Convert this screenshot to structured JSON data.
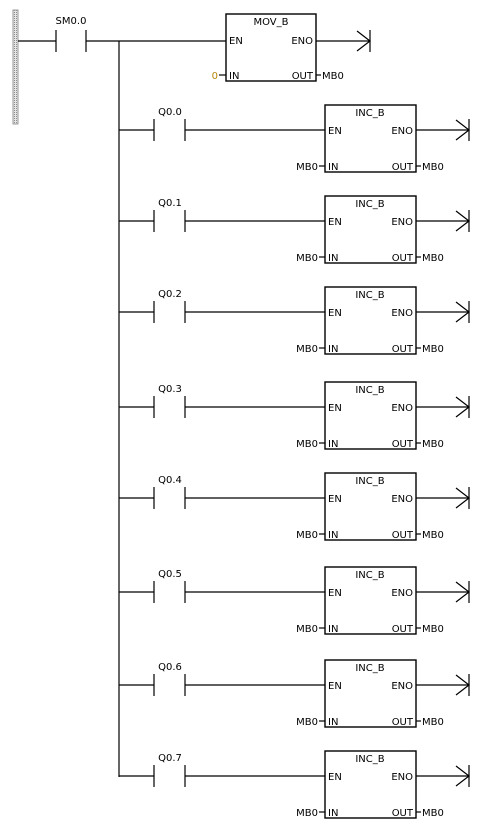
{
  "colors": {
    "line": "#000000",
    "constant": "#b8860b",
    "background": "#ffffff"
  },
  "network": {
    "first_rung": {
      "contact": "SM0.0",
      "block": {
        "title": "MOV_B",
        "en": "EN",
        "eno": "ENO",
        "in_pin": "IN",
        "out_pin": "OUT",
        "in_value": "0",
        "out_value": "MB0"
      }
    },
    "branches": [
      {
        "contact": "Q0.0",
        "block": {
          "title": "INC_B",
          "en": "EN",
          "eno": "ENO",
          "in_pin": "IN",
          "out_pin": "OUT",
          "in_value": "MB0",
          "out_value": "MB0"
        }
      },
      {
        "contact": "Q0.1",
        "block": {
          "title": "INC_B",
          "en": "EN",
          "eno": "ENO",
          "in_pin": "IN",
          "out_pin": "OUT",
          "in_value": "MB0",
          "out_value": "MB0"
        }
      },
      {
        "contact": "Q0.2",
        "block": {
          "title": "INC_B",
          "en": "EN",
          "eno": "ENO",
          "in_pin": "IN",
          "out_pin": "OUT",
          "in_value": "MB0",
          "out_value": "MB0"
        }
      },
      {
        "contact": "Q0.3",
        "block": {
          "title": "INC_B",
          "en": "EN",
          "eno": "ENO",
          "in_pin": "IN",
          "out_pin": "OUT",
          "in_value": "MB0",
          "out_value": "MB0"
        }
      },
      {
        "contact": "Q0.4",
        "block": {
          "title": "INC_B",
          "en": "EN",
          "eno": "ENO",
          "in_pin": "IN",
          "out_pin": "OUT",
          "in_value": "MB0",
          "out_value": "MB0"
        }
      },
      {
        "contact": "Q0.5",
        "block": {
          "title": "INC_B",
          "en": "EN",
          "eno": "ENO",
          "in_pin": "IN",
          "out_pin": "OUT",
          "in_value": "MB0",
          "out_value": "MB0"
        }
      },
      {
        "contact": "Q0.6",
        "block": {
          "title": "INC_B",
          "en": "EN",
          "eno": "ENO",
          "in_pin": "IN",
          "out_pin": "OUT",
          "in_value": "MB0",
          "out_value": "MB0"
        }
      },
      {
        "contact": "Q0.7",
        "block": {
          "title": "INC_B",
          "en": "EN",
          "eno": "ENO",
          "in_pin": "IN",
          "out_pin": "OUT",
          "in_value": "MB0",
          "out_value": "MB0"
        }
      }
    ]
  }
}
